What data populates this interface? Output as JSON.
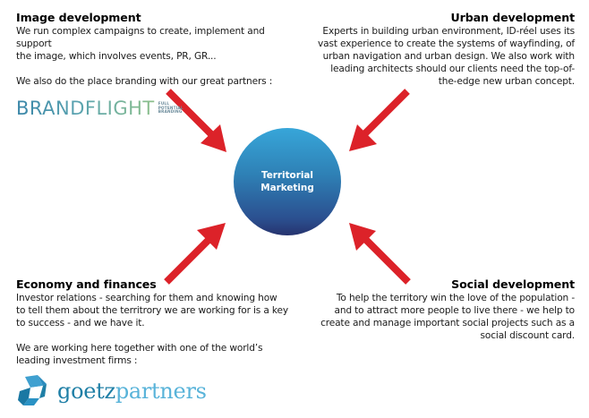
{
  "center": {
    "line1": "Territorial",
    "line2": "Marketing",
    "gradient_top": "#37a6d9",
    "gradient_bottom": "#26336e"
  },
  "arrow_color": "#dc2229",
  "quadrants": {
    "image_development": {
      "title": "Image development",
      "lines": [
        "We run complex campaigns to create, implement and support",
        "the image, which involves events, PR, GR...",
        "",
        "We also do the place branding with our great partners :"
      ]
    },
    "urban_development": {
      "title": "Urban development",
      "lines": [
        "Experts in building urban environment, ID-réel uses its",
        "vast experience to create the systems of wayfinding, of",
        "urban navigation and urban design. We also work with",
        "leading architects should our clients need the top-of-",
        "the-edge new urban concept."
      ]
    },
    "economy_and_finances": {
      "title": "Economy and finances",
      "lines": [
        "Investor relations - searching for them and knowing how",
        "to tell them about the territrory we are working for is a key",
        "to success - and we have it.",
        "",
        "We are working here together with one of the world’s",
        "leading investment firms :"
      ]
    },
    "social_development": {
      "title": "Social development",
      "lines": [
        "To help the territory win the love of the population -",
        "and to attract more people to live there - we help to",
        "create and manage important social projects such as a",
        "social discount card."
      ]
    }
  },
  "logos": {
    "brandflight": {
      "name": "BRANDFLIGHT",
      "tagline": [
        "FULL",
        "POTENTIAL",
        "BRANDING"
      ]
    },
    "goetzpartners": {
      "name_part1": "goetz",
      "name_part2": "partners"
    }
  }
}
